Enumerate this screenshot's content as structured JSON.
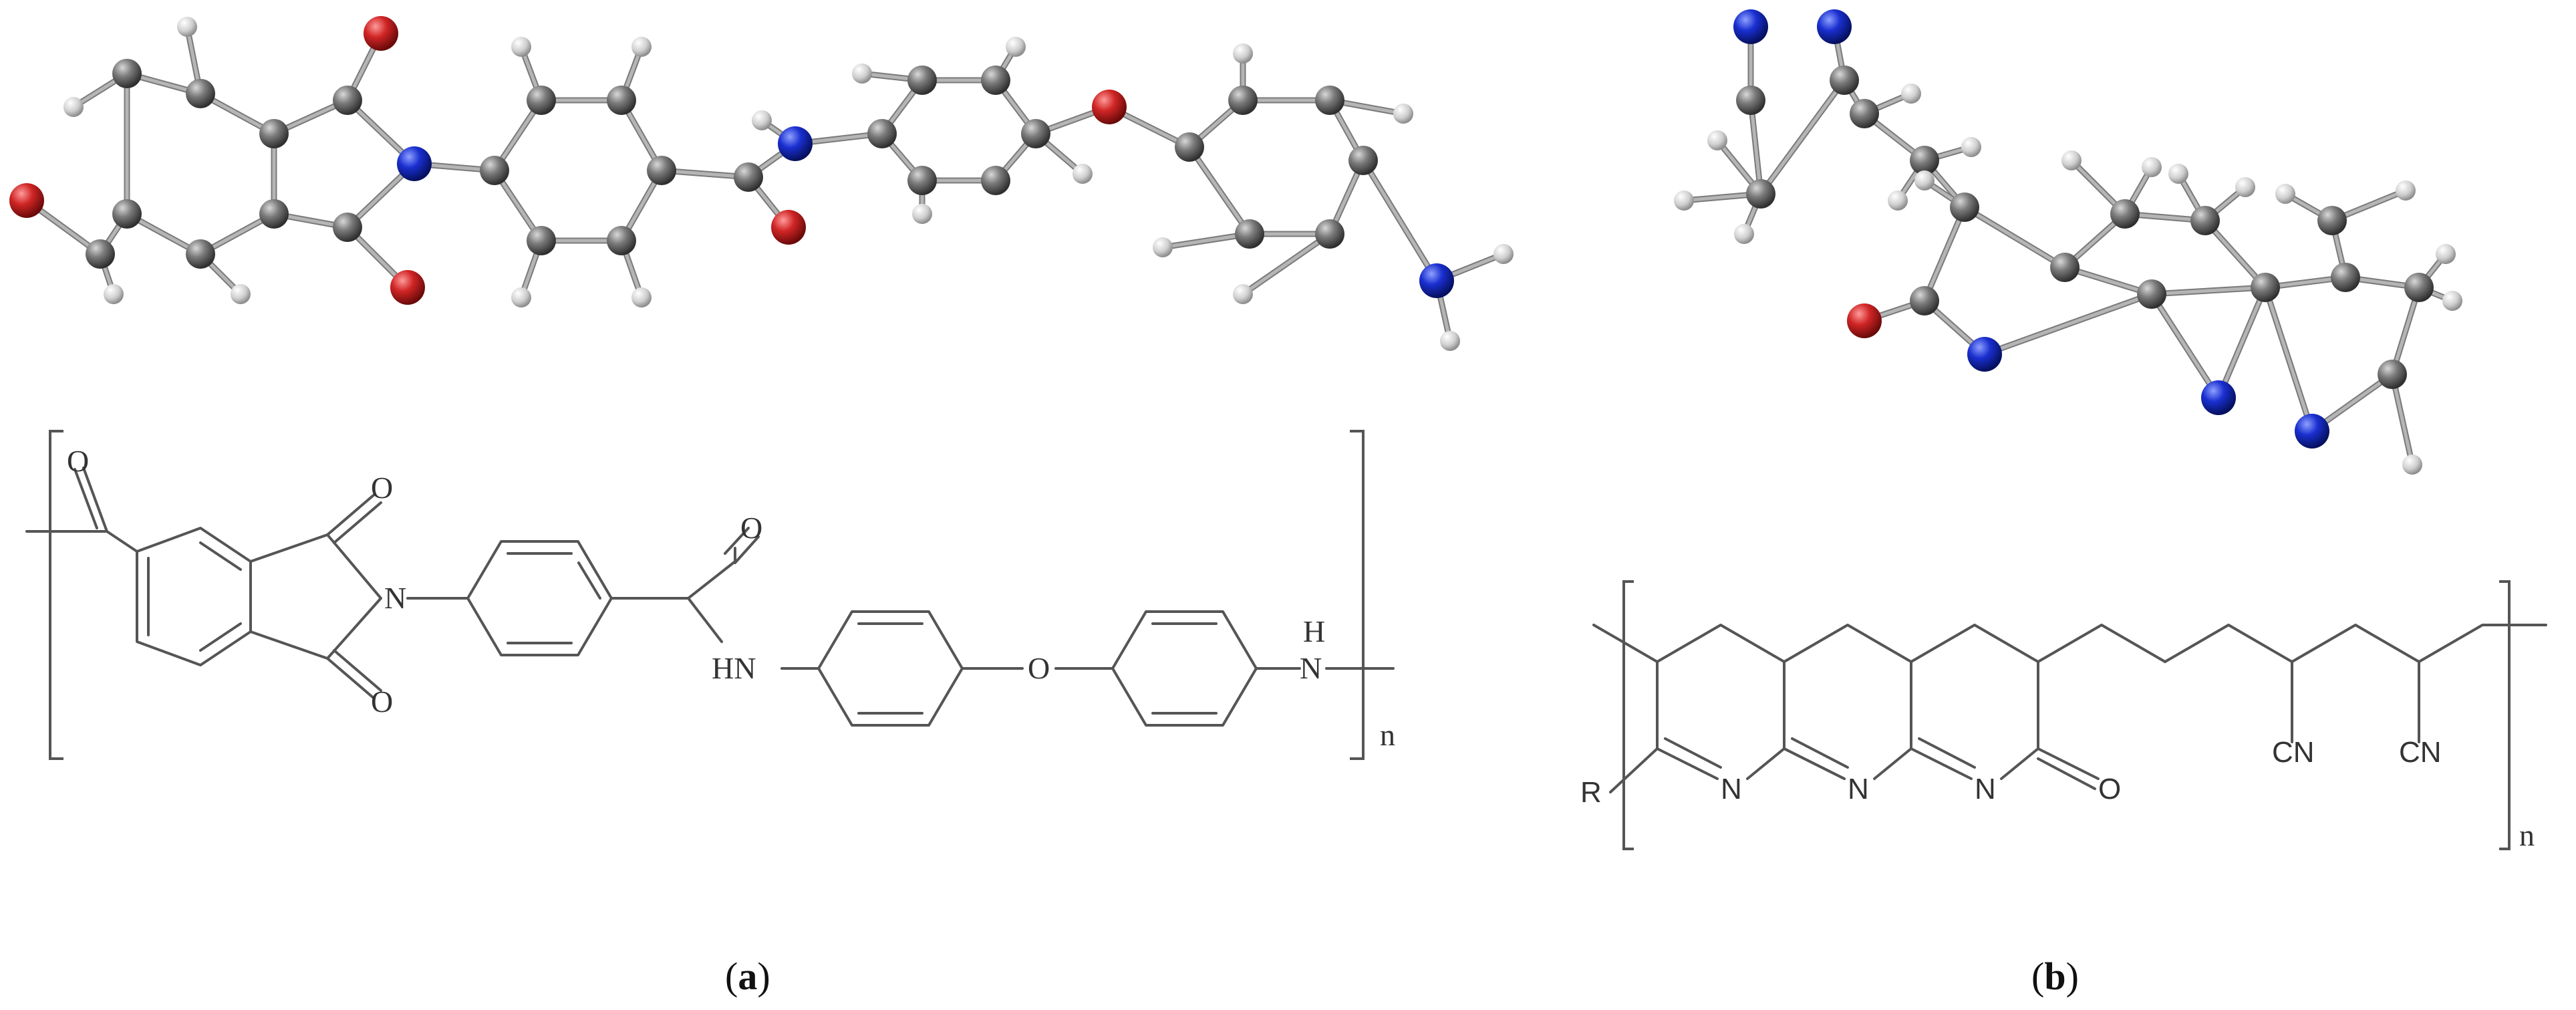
{
  "panels": [
    {
      "id": "a",
      "label_open": "(",
      "label_letter": "a",
      "label_close": ")",
      "structure_labels": {
        "carbonyl_o_1": "O",
        "imide_o_top": "O",
        "imide_n": "N",
        "imide_o_bottom": "O",
        "amide_o": "O",
        "amide_nh": "HN",
        "ether_o": "O",
        "amine_h": "H",
        "amine_n": "N",
        "repeat_n": "n"
      }
    },
    {
      "id": "b",
      "label_open": "(",
      "label_letter": "b",
      "label_close": ")",
      "structure_labels": {
        "r_group": "R",
        "n1": "N",
        "n2": "N",
        "n3": "N",
        "o1": "O",
        "cn1": "CN",
        "cn2": "CN",
        "repeat_n": "n"
      }
    }
  ],
  "colors": {
    "carbon": "#6e6e6e",
    "hydrogen": "#d9d9d9",
    "oxygen": "#cc2020",
    "nitrogen": "#1020c8",
    "structure_line": "#555555"
  }
}
